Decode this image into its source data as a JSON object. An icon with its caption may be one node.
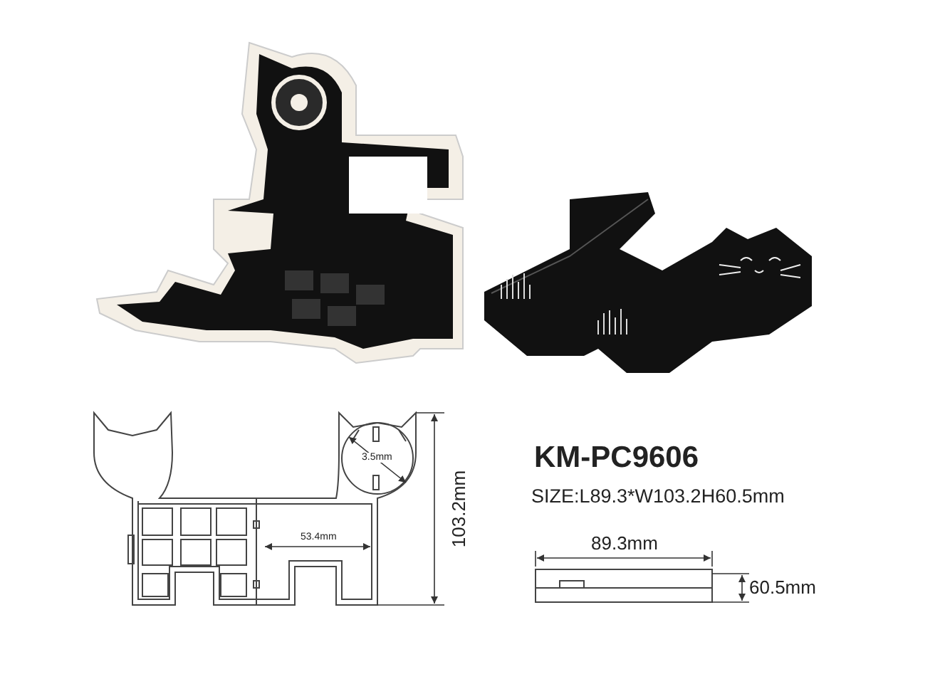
{
  "diagram": {
    "title": "KM-PC9606",
    "labels": [
      "3.5mm",
      "53.4mm",
      "103.2mm",
      "SIZE:L89.3*W103.2H60.5mm",
      "89.3mm",
      "60.5mm"
    ]
  }
}
